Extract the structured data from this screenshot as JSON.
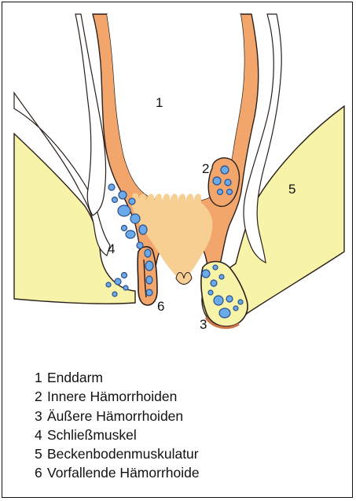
{
  "colors": {
    "tissue_orange": "#f2a66c",
    "tissue_light": "#f7cf93",
    "muscle_yellow": "#f7f3a8",
    "vessel_blue": "#6aaae8",
    "vessel_outline": "#2a4f8c",
    "line": "#2a1f1a"
  },
  "callouts": {
    "c1": "1",
    "c2": "2",
    "c3": "3",
    "c4": "4",
    "c5": "5",
    "c6": "6"
  },
  "legend": [
    {
      "num": "1",
      "label": "Enddarm"
    },
    {
      "num": "2",
      "label": "Innere Hämorrhoiden"
    },
    {
      "num": "3",
      "label": "Äußere Hämorrhoiden"
    },
    {
      "num": "4",
      "label": "Schließmuskel"
    },
    {
      "num": "5",
      "label": "Beckenbodenmuskulatur"
    },
    {
      "num": "6",
      "label": "Vorfallende Hämorrhoide"
    }
  ]
}
